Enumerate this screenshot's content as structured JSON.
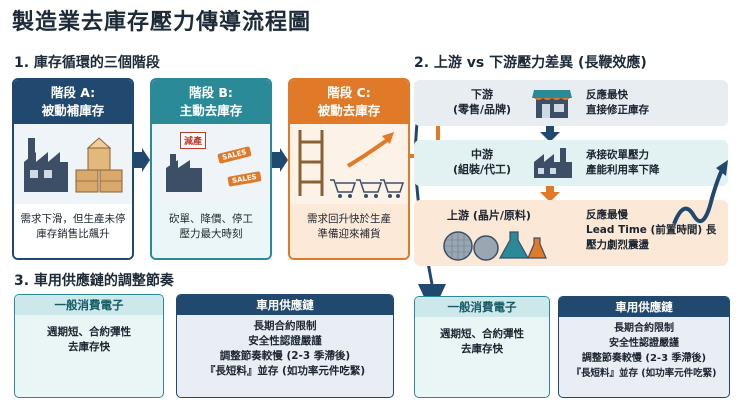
{
  "title": "製造業去庫存壓力傳導流程圖",
  "section1": {
    "title": "1. 庫存循環的三個階段",
    "stages": [
      {
        "head_line1": "階段 A:",
        "head_line2": "被動補庫存",
        "desc_line1": "需求下滑，但生產未停",
        "desc_line2": "庫存銷售比飆升"
      },
      {
        "head_line1": "階段 B:",
        "head_line2": "主動去庫存",
        "desc_line1": "砍單、降價、停工",
        "desc_line2": "壓力最大時刻",
        "tag": "減產",
        "sales1": "SALES",
        "sales2": "SALES"
      },
      {
        "head_line1": "階段 C:",
        "head_line2": "被動去庫存",
        "desc_line1": "需求回升快於生產",
        "desc_line2": "準備迎來補貨"
      }
    ]
  },
  "section2": {
    "title": "2. 上游 vs 下游壓力差異 (長鞭效應)",
    "rows": [
      {
        "label_line1": "下游",
        "label_line2": "(零售/品牌)",
        "desc_line1": "反應最快",
        "desc_line2": "直接修正庫存"
      },
      {
        "label_line1": "中游",
        "label_line2": "(組裝/代工)",
        "desc_line1": "承接砍單壓力",
        "desc_line2": "產能利用率下降"
      },
      {
        "label_line1": "上游 (晶片/原料)",
        "desc_line1": "反應最慢",
        "desc_line2": "Lead Time (前置時間) 長",
        "desc_line3": "壓力劇烈震盪"
      }
    ]
  },
  "section3": {
    "title": "3. 車用供應鏈的調整節奏",
    "left": {
      "consumer": {
        "head": "一般消費電子",
        "line1": "週期短、合約彈性",
        "line2": "去庫存快"
      },
      "auto": {
        "head": "車用供應鏈",
        "line1": "長期合約限制",
        "line2": "安全性認證嚴謹",
        "line3": "調整節奏較慢 (2-3 季滯後)",
        "line4": "『長短料』並存 (如功率元件吃緊)"
      }
    },
    "right": {
      "consumer": {
        "head": "一般消費電子",
        "line1": "週期短、合約彈性",
        "line2": "去庫存快"
      },
      "auto": {
        "head": "車用供應鏈",
        "line1": "長期合約限制",
        "line2": "安全性認證嚴謹",
        "line3": "調整節奏較慢 (2-3 季滯後)",
        "line4": "『長短料』並存 (如功率元件吃緊)"
      }
    }
  },
  "colors": {
    "navy": "#21496f",
    "teal": "#2a8a98",
    "orange": "#e17a28"
  }
}
